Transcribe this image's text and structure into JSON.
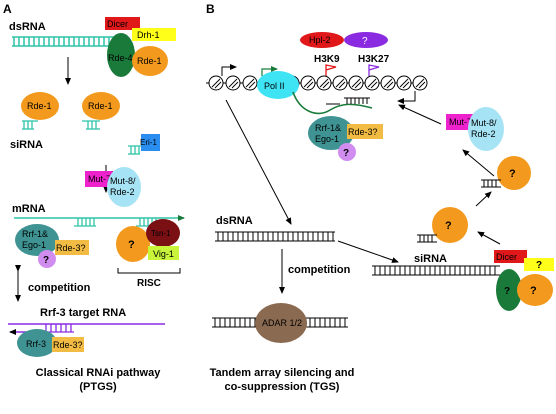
{
  "panelA": {
    "letter": "A",
    "dsRNA": "dsRNA",
    "dicer": "Dicer",
    "drh1": "Drh-1",
    "rde4": "Rde-4",
    "rde1_complex": "Rde-1",
    "rde1_left": "Rde-1",
    "rde1_right": "Rde-1",
    "siRNA": "siRNA",
    "eri1": "Eri-1",
    "mut7": "Mut-7",
    "mut8_l1": "Mut-8/",
    "mut8_l2": "Rde-2",
    "mRNA": "mRNA",
    "rrf1_l1": "Rrf-1&",
    "rrf1_l2": "Ego-1",
    "rde3": "Rde-3?",
    "q1": "?",
    "q2": "?",
    "tsn1": "Tsn-1",
    "vig1": "Vig-1",
    "risc": "RISC",
    "competition": "competition",
    "rrf3_target": "Rrf-3 target RNA",
    "rrf3": "Rrf-3",
    "rde3b": "Rde-3?",
    "caption_l1": "Classical RNAi pathway",
    "caption_l2": "(PTGS)"
  },
  "panelB": {
    "letter": "B",
    "hpl2": "Hpl-2",
    "qtop": "?",
    "h3k9": "H3K9",
    "h3k27": "H3K27",
    "polII": "Pol II",
    "rrf1_l1": "Rrf-1&",
    "rrf1_l2": "Ego-1",
    "rde3": "Rde-3?",
    "q_rrf": "?",
    "mut7": "Mut-7",
    "mut8_l1": "Mut-8/",
    "mut8_l2": "Rde-2",
    "q_upper": "?",
    "q_lower": "?",
    "siRNA": "siRNA",
    "dsRNA": "dsRNA",
    "competition": "competition",
    "adar": "ADAR 1/2",
    "dicer": "Dicer",
    "q_dicer_yellow": "?",
    "q_dicer_green": "?",
    "q_dicer_orange": "?",
    "caption_l1": "Tandem array silencing and",
    "caption_l2": "co-suppression (TGS)"
  },
  "colors": {
    "teal_rna": "#2ec4a8",
    "purple_rna": "#8a2be2",
    "orange": "#f39a1e",
    "dark_green": "#1a7a3a",
    "red": "#e0181a",
    "yellow": "#ffff1a",
    "blue": "#2a8ef0",
    "magenta": "#ee22cc",
    "light_blue": "#a6e4f5",
    "teal_grey": "#3f9393",
    "lavender": "#d18cf0",
    "gold": "#f2bb44",
    "maroon": "#7a1014",
    "lime": "#c8f43a",
    "cyan": "#3fe4f4",
    "brown": "#8a6a50"
  }
}
